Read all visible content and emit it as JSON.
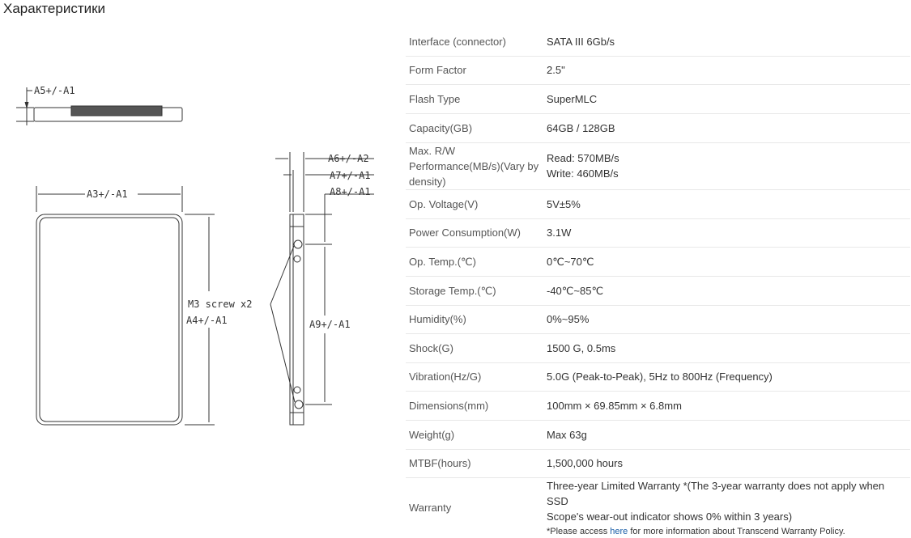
{
  "heading": "Характеристики",
  "drawing": {
    "labels": {
      "a5": "A5+/-A1",
      "a3": "A3+/-A1",
      "a4": "A4+/-A1",
      "screw": "M3 screw x2",
      "a6": "A6+/-A2",
      "a7": "A7+/-A1",
      "a8": "A8+/-A1",
      "a9": "A9+/-A1"
    }
  },
  "specs": [
    {
      "label": "Interface (connector)",
      "value": "SATA III 6Gb/s"
    },
    {
      "label": "Form Factor",
      "value": "2.5\""
    },
    {
      "label": "Flash Type",
      "value": "SuperMLC"
    },
    {
      "label": "Capacity(GB)",
      "value": "64GB / 128GB"
    },
    {
      "label_lines": [
        "Max. R/W",
        "Performance(MB/s)(Vary by",
        "density)"
      ],
      "value_lines": [
        "Read: 570MB/s",
        "Write: 460MB/s"
      ]
    },
    {
      "label": "Op. Voltage(V)",
      "value": "5V±5%"
    },
    {
      "label": "Power Consumption(W)",
      "value": "3.1W"
    },
    {
      "label": "Op. Temp.(℃)",
      "value": "0℃~70℃"
    },
    {
      "label": "Storage Temp.(℃)",
      "value": "-40℃~85℃"
    },
    {
      "label": "Humidity(%)",
      "value": "0%~95%"
    },
    {
      "label": "Shock(G)",
      "value": "1500 G, 0.5ms"
    },
    {
      "label": "Vibration(Hz/G)",
      "value": "5.0G (Peak-to-Peak), 5Hz to 800Hz (Frequency)"
    },
    {
      "label": "Dimensions(mm)",
      "value": "100mm × 69.85mm × 6.8mm"
    },
    {
      "label": "Weight(g)",
      "value": "Max 63g"
    },
    {
      "label": "MTBF(hours)",
      "value": "1,500,000 hours"
    },
    {
      "label": "Warranty",
      "value_lines": [
        "Three-year Limited Warranty *(The 3-year warranty does not apply when SSD",
        "Scope's wear-out indicator shows 0% within 3 years)"
      ],
      "note": {
        "prefix": "*Please access ",
        "link": "here",
        "suffix": " for more information about Transcend Warranty Policy."
      }
    }
  ]
}
